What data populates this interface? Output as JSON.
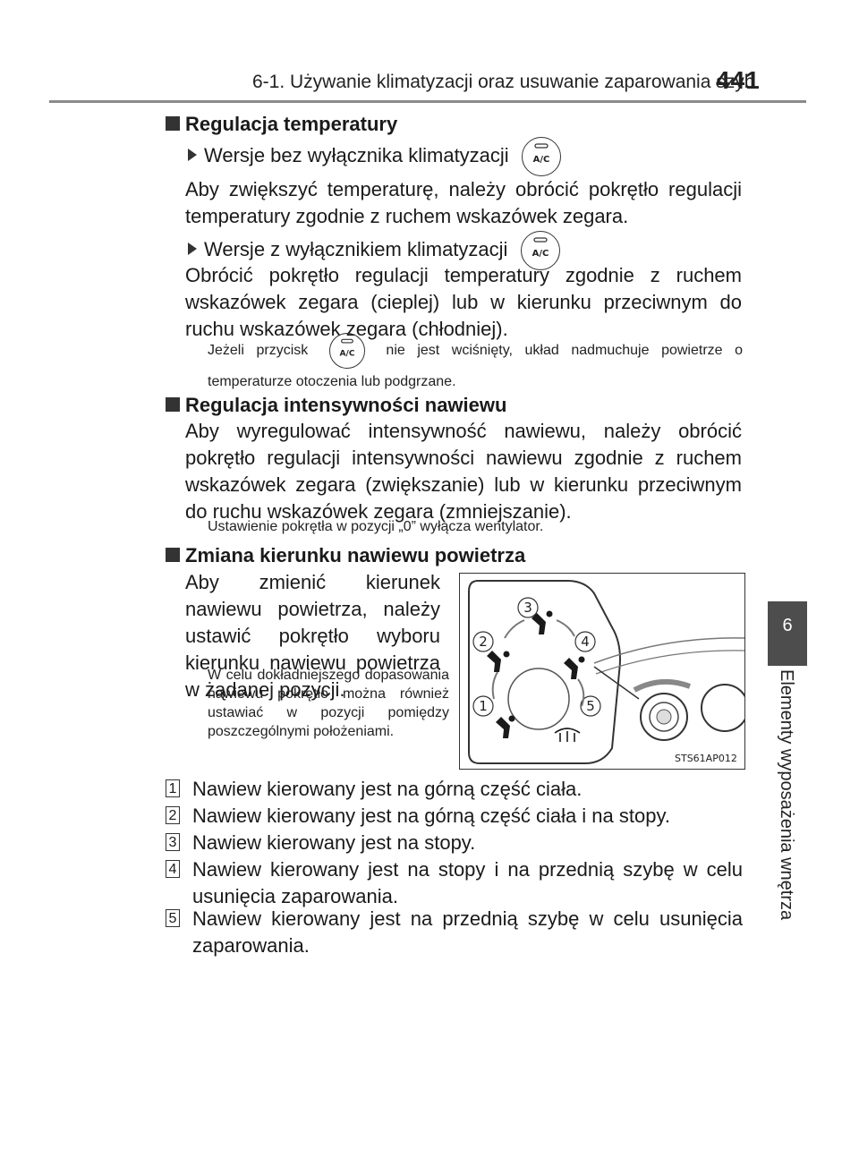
{
  "header": {
    "title": "6-1. Używanie klimatyzacji oraz usuwanie zaparowania szyb",
    "page_number": "441"
  },
  "side_tab": {
    "number": "6",
    "label": "Elementy wyposażenia wnętrza"
  },
  "sections": {
    "temp": {
      "heading": "Regulacja temperatury",
      "bullet1": "Wersje bez wyłącznika klimatyzacji",
      "para1": "Aby zwiększyć temperaturę, należy obrócić pokrętło regulacji temperatury zgodnie z ruchem wskazówek zegara.",
      "bullet2": "Wersje z wyłącznikiem klimatyzacji",
      "para2": "Obrócić pokrętło regulacji temperatury zgodnie z ruchem wskazówek zegara (cieplej) lub w kierunku przeciwnym do ruchu wskazówek zegara (chłodniej).",
      "note_before": "Jeżeli przycisk",
      "note_after": "nie jest wciśnięty, układ nadmuchuje powietrze o temperaturze otoczenia lub podgrzane."
    },
    "fan": {
      "heading": "Regulacja intensywności nawiewu",
      "para": "Aby wyregulować intensywność nawiewu, należy obrócić pokrętło regulacji intensywności nawiewu zgodnie z ruchem wskazówek zegara (zwiększanie) lub w kierunku przeciwnym do ruchu wskazówek zegara (zmniejszanie).",
      "note": "Ustawienie pokrętła w pozycji „0” wyłącza wentylator."
    },
    "direction": {
      "heading": "Zmiana kierunku nawiewu powietrza",
      "para": "Aby zmienić kierunek nawiewu powietrza, należy ustawić pokrętło wyboru kierunku nawiewu powietrza w żądanej pozycji.",
      "note": "W celu dokładniejszego dopasowania nawiewu pokrętło można również ustawiać w pozycji pomiędzy poszczególnymi położeniami."
    }
  },
  "button_label": "A/C",
  "figure": {
    "code": "STS61AP012",
    "labels": [
      "1",
      "2",
      "3",
      "4",
      "5"
    ]
  },
  "list": [
    {
      "num": "1",
      "text": "Nawiew kierowany jest na górną część ciała."
    },
    {
      "num": "2",
      "text": "Nawiew kierowany jest na górną część ciała i na stopy."
    },
    {
      "num": "3",
      "text": "Nawiew kierowany jest na stopy."
    },
    {
      "num": "4",
      "text": "Nawiew kierowany jest na stopy i na przednią szybę w celu usunięcia zaparowania."
    },
    {
      "num": "5",
      "text": "Nawiew kierowany jest na przednią szybę w celu usunięcia zaparowania."
    }
  ]
}
